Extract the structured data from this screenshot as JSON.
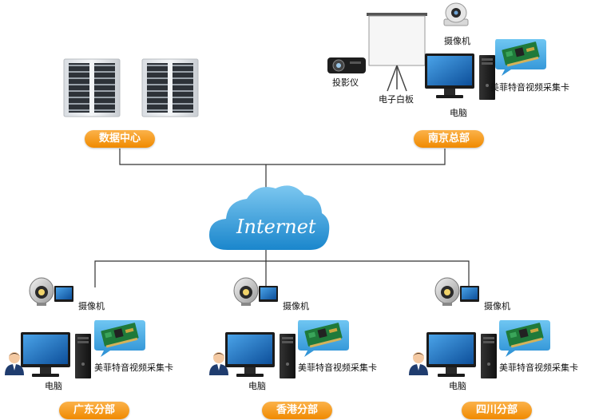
{
  "network": {
    "cloud_label": "Internet"
  },
  "hq": {
    "label": "南京总部",
    "projector": "投影仪",
    "whiteboard": "电子白板",
    "camera": "摄像机",
    "computer": "电脑",
    "capture_card": "美菲特音视频采集卡"
  },
  "datacenter": {
    "label": "数据中心"
  },
  "branches": [
    {
      "label": "广东分部",
      "camera": "摄像机",
      "computer": "电脑",
      "capture_card": "美菲特音视频采集卡"
    },
    {
      "label": "香港分部",
      "camera": "摄像机",
      "computer": "电脑",
      "capture_card": "美菲特音视频采集卡"
    },
    {
      "label": "四川分部",
      "camera": "摄像机",
      "computer": "电脑",
      "capture_card": "美菲特音视频采集卡"
    }
  ],
  "colors": {
    "accent_orange": "#f39a1e",
    "cloud_blue": "#2b9ad8",
    "line": "#333333"
  }
}
